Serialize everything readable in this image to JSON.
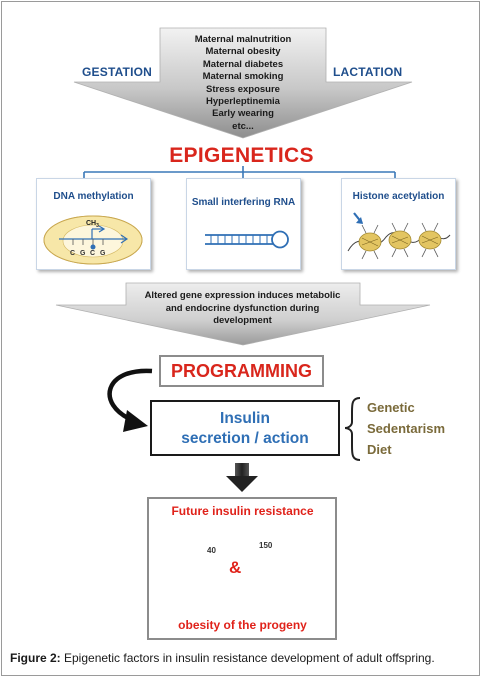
{
  "maternal_factors": [
    "Maternal malnutrition",
    "Maternal obesity",
    "Maternal diabetes",
    "Maternal smoking",
    "Stress exposure",
    "Hyperleptinemia",
    "Early wearing",
    "etc..."
  ],
  "periods": {
    "left": "GESTATION",
    "right": "LACTATION"
  },
  "title": "EPIGENETICS",
  "mechanisms": [
    {
      "label": "DNA methylation",
      "methyl_group": "CH",
      "methyl_subscript": "3",
      "bases": [
        "C",
        "G",
        "C",
        "G"
      ]
    },
    {
      "label": "Small interfering RNA"
    },
    {
      "label": "Histone acetylation"
    }
  ],
  "altered_expression": [
    "Altered gene expression induces metabolic",
    "and endocrine dysfunction during",
    "development"
  ],
  "programming": "PROGRAMMING",
  "insulin": {
    "line1": "Insulin",
    "line2": "secretion / action"
  },
  "environmental_factors": [
    "Genetic",
    "Sedentarism",
    "Diet"
  ],
  "outcome": {
    "top": "Future insulin resistance",
    "connector": "&",
    "bottom": "obesity of the progeny",
    "scale_numbers": [
      "40",
      "150"
    ]
  },
  "caption": {
    "label": "Figure 2:",
    "text": " Epigenetic factors in insulin resistance development of adult offspring."
  },
  "colors": {
    "title_red": "#d9261c",
    "accent_blue": "#1f4e8c",
    "insulin_blue": "#2f6fb5",
    "environment_brown": "#7a6a3a",
    "arrow_grey": "#b5b5b5"
  }
}
